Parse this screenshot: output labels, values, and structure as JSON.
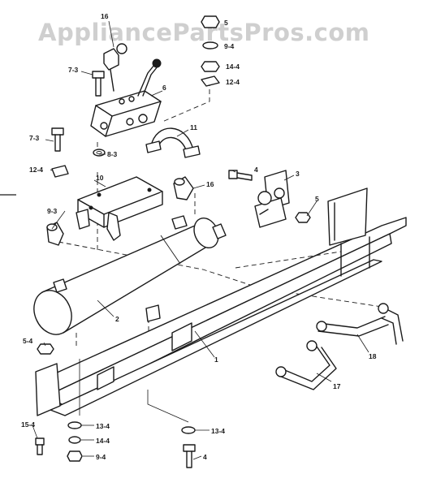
{
  "watermark": "AppliancePartsPros.com",
  "callouts": {
    "c16_top": "16",
    "c5_top": "5",
    "c9_4_top": "9-4",
    "c14_4_top": "14-4",
    "c7_3_a": "7-3",
    "c12_4_top": "12-4",
    "c6": "6",
    "c7_3_b": "7-3",
    "c8_3": "8-3",
    "c11": "11",
    "c12_4_left": "12-4",
    "c10": "10",
    "c4_top": "4",
    "c3": "3",
    "c16_mid": "16",
    "c9_3": "9-3",
    "c5_mid": "5",
    "c2": "2",
    "c1": "1",
    "c18": "18",
    "c5_4": "5-4",
    "c17": "17",
    "c15_4": "15-4",
    "c13_4_left": "13-4",
    "c14_4_bottom": "14-4",
    "c9_4_bottom": "9-4",
    "c13_4_right": "13-4",
    "c4_bottom": "4"
  }
}
